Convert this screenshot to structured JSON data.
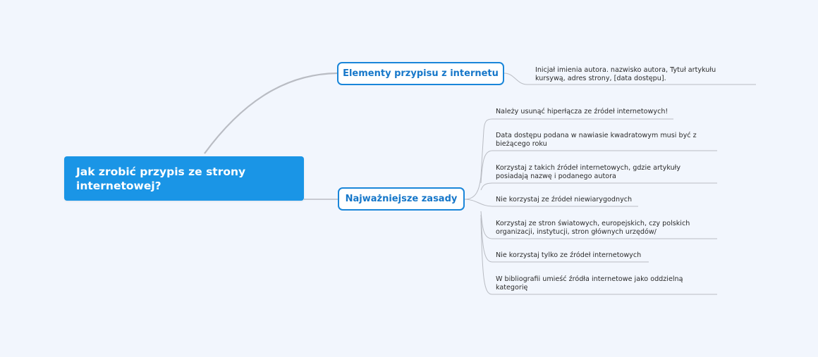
{
  "mindmap": {
    "root": {
      "label": "Jak zrobić przypis ze strony internetowej?"
    },
    "branches": [
      {
        "label": "Elementy przypisu z internetu",
        "children": [
          "Inicjał imienia autora. nazwisko autora, Tytuł artykułu\nkursywą, adres strony, [data dostępu]."
        ]
      },
      {
        "label": "Najważniejsze zasady",
        "children": [
          "Należy usunąć hiperłącza ze źródeł internetowych!",
          "Data dostępu podana w nawiasie kwadratowym musi być z\nbieżącego roku",
          "Korzystaj z takich źródeł internetowych, gdzie artykuły\nposiadają nazwę i podanego autora",
          "Nie korzystaj ze źródeł niewiarygodnych",
          "Korzystaj ze stron światowych, europejskich, czy polskich\norganizacji, instytucji, stron głównych urzędów/",
          "Nie korzystaj tylko ze źródeł internetowych",
          "W bibliografii umieść źródła internetowe jako oddzielną\nkategorię"
        ]
      }
    ],
    "colors": {
      "background": "#f2f6fd",
      "root_fill": "#1a95e6",
      "branch_border": "#1a86d9",
      "branch_text": "#1677c9",
      "connector": "#b9bcc3"
    }
  }
}
